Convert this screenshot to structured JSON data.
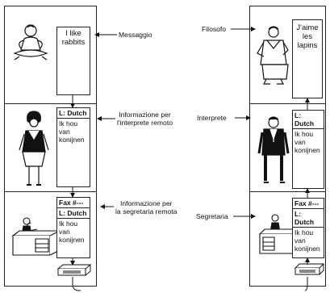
{
  "left_stack": {
    "message_note": [
      "I like",
      "rabbits"
    ],
    "interpreter_note": {
      "header": "L: Dutch",
      "lines": [
        "Ik hou",
        "van",
        "konijnen"
      ]
    },
    "secretary_note": {
      "fax": "Fax #---",
      "header": "L: Dutch",
      "lines": [
        "Ik hou",
        "van",
        "konijnen"
      ]
    }
  },
  "right_stack": {
    "message_note": [
      "J'aime",
      "les",
      "lapins"
    ],
    "interpreter_note": {
      "header": "L: Dutch",
      "lines": [
        "Ik hou",
        "van",
        "konijnen"
      ]
    },
    "secretary_note": {
      "fax": "Fax #---",
      "header": "L: Dutch",
      "lines": [
        "Ik hou",
        "van",
        "konijnen"
      ]
    }
  },
  "labels": {
    "messaggio": "Messaggio",
    "info_interprete": [
      "Informazione per",
      "l'interprete remoto"
    ],
    "info_segretaria": [
      "Informazione per",
      "la segretaria remota"
    ],
    "filosofo": "Filosofo",
    "interprete": "Interprete",
    "segretaria": "Segretaria"
  }
}
